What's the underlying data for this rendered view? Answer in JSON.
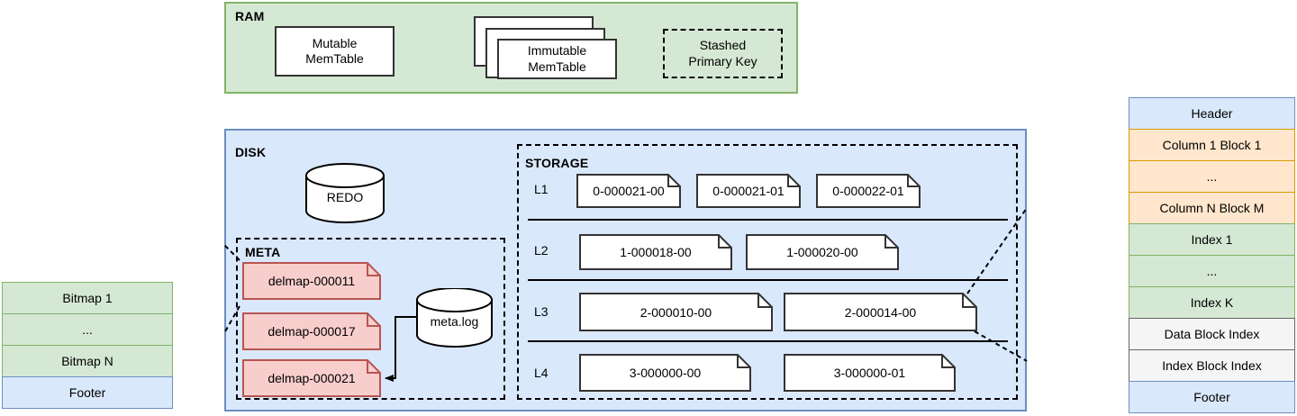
{
  "ram": {
    "title": "RAM",
    "mutable_memtable": "Mutable\nMemTable",
    "immutable_memtable": "Immutable\nMemTable",
    "stashed_primary_key": "Stashed\nPrimary Key",
    "immutable_stack_count": 3,
    "bg_color": "#d5e8d4",
    "border_color": "#82b366"
  },
  "disk": {
    "title": "DISK",
    "redo": "REDO",
    "bg_color": "#dae8fc",
    "border_color": "#6c8ebf",
    "meta": {
      "title": "META",
      "meta_log": "meta.log",
      "delmaps": [
        "delmap-000011",
        "delmap-000017",
        "delmap-000021"
      ],
      "delmap_bg_color": "#f8cecc",
      "delmap_border_color": "#b85450"
    },
    "storage": {
      "title": "STORAGE",
      "levels": [
        {
          "label": "L1",
          "files": [
            "0-000021-00",
            "0-000021-01",
            "0-000022-01"
          ]
        },
        {
          "label": "L2",
          "files": [
            "1-000018-00",
            "1-000020-00"
          ]
        },
        {
          "label": "L3",
          "files": [
            "2-000010-00",
            "2-000014-00"
          ]
        },
        {
          "label": "L4",
          "files": [
            "3-000000-00",
            "3-000000-01"
          ]
        }
      ]
    }
  },
  "file_layout": {
    "rows": [
      {
        "label": "Header",
        "style": "sr-blue"
      },
      {
        "label": "Column 1 Block 1",
        "style": "sr-orange"
      },
      {
        "label": "...",
        "style": "sr-orange"
      },
      {
        "label": "Column N Block M",
        "style": "sr-orange"
      },
      {
        "label": "Index 1",
        "style": "sr-green"
      },
      {
        "label": "...",
        "style": "sr-green"
      },
      {
        "label": "Index K",
        "style": "sr-green"
      },
      {
        "label": "Data Block Index",
        "style": "sr-grey"
      },
      {
        "label": "Index Block Index",
        "style": "sr-grey"
      },
      {
        "label": "Footer",
        "style": "sr-blue"
      }
    ]
  },
  "delmap_layout": {
    "rows": [
      {
        "label": "Bitmap 1",
        "style": "sr-green"
      },
      {
        "label": "...",
        "style": "sr-green"
      },
      {
        "label": "Bitmap N",
        "style": "sr-green"
      },
      {
        "label": "Footer",
        "style": "sr-blue"
      }
    ]
  }
}
